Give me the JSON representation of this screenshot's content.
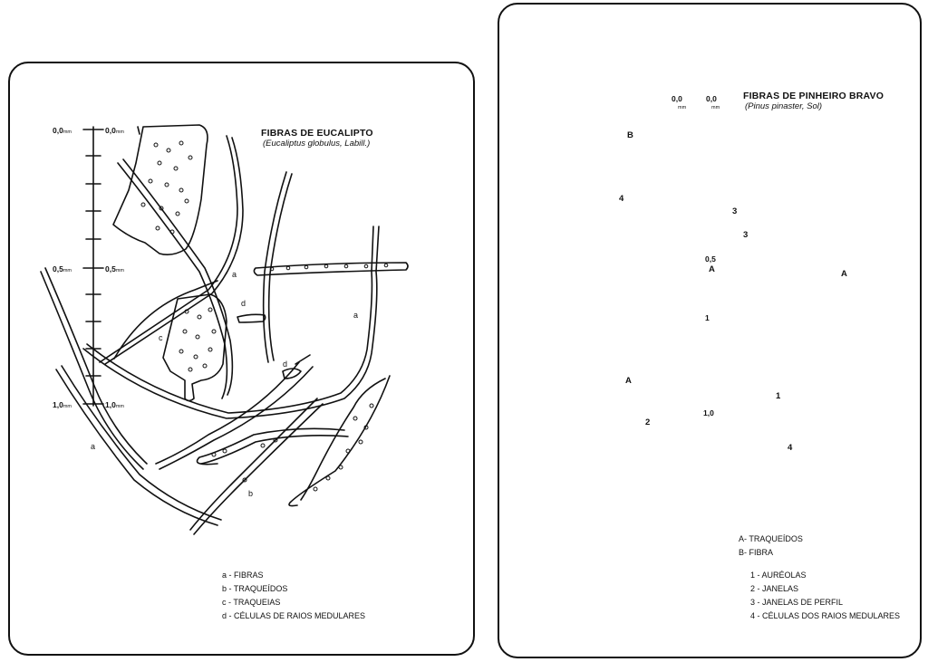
{
  "left": {
    "title": "FIBRAS DE EUCALIPTO",
    "subtitle": "(Eucaliptus globulus, Labill.)",
    "scale": {
      "tick0_left": "0,0",
      "tick0_right": "0,0",
      "tick5_left": "0,5",
      "tick5_right": "0,5",
      "tick10_left": "1,0",
      "tick10_right": "1,0",
      "unit": "mm"
    },
    "annotations": {
      "a1": "a",
      "a2": "a",
      "a3": "a",
      "b": "b",
      "c": "c",
      "d1": "d",
      "d2": "d"
    },
    "legend": [
      "a - FIBRAS",
      "b - TRAQUEÍDOS",
      "c - TRAQUEIAS",
      "d - CÉLULAS DE RAIOS MEDULARES"
    ]
  },
  "right": {
    "title": "FIBRAS DE PINHEIRO BRAVO",
    "subtitle": "(Pinus pinaster, Sol)",
    "scale": {
      "top_left": "0,0",
      "top_right": "0,0",
      "mid": "0,5",
      "one": "1",
      "bottom": "1,0",
      "unit": "mm"
    },
    "annotations": {
      "A1": "A",
      "A2": "A",
      "A3": "A",
      "B": "B",
      "n1": "1",
      "n2": "2",
      "n3a": "3",
      "n3b": "3",
      "n4a": "4",
      "n4b": "4"
    },
    "legend_letters": [
      "A- TRAQUEÍDOS",
      "B- FIBRA"
    ],
    "legend_numbers": [
      "1 - AURÉOLAS",
      "2 - JANELAS",
      "3 - JANELAS DE PERFIL",
      "4 - CÉLULAS DOS RAIOS MEDULARES"
    ]
  }
}
